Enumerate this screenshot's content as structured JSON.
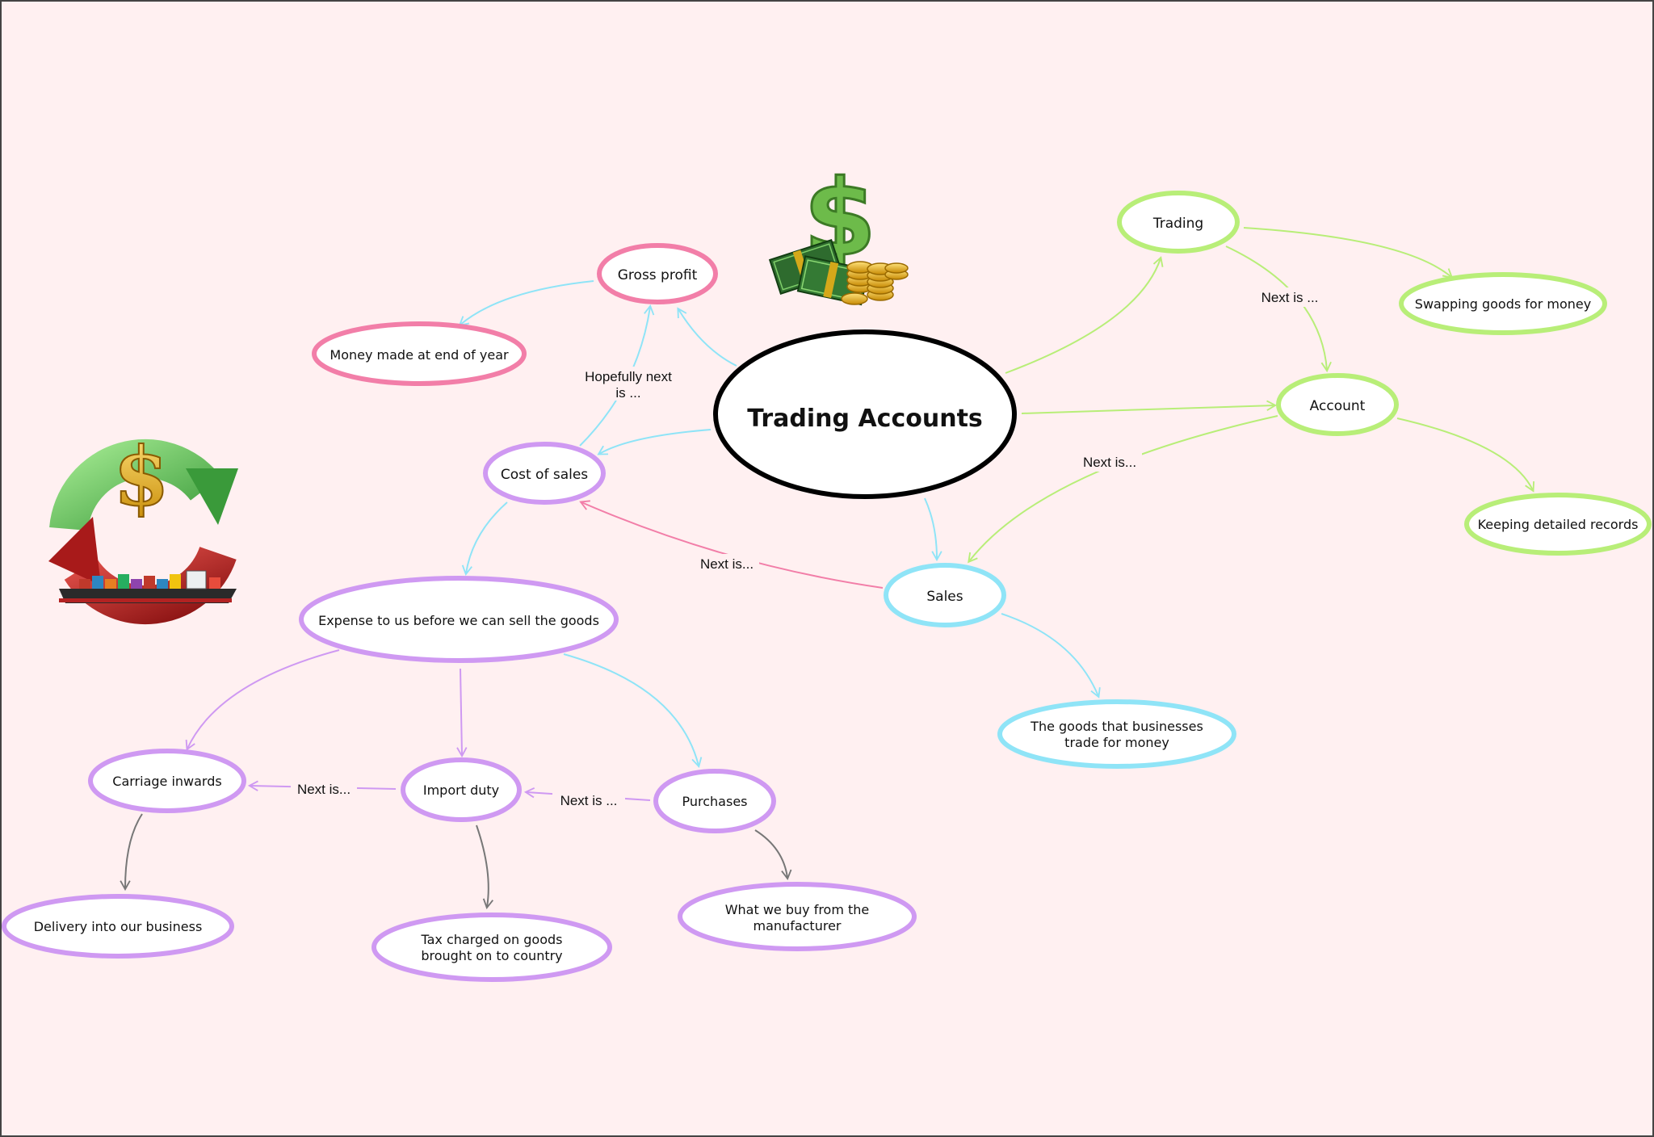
{
  "colors": {
    "background": "#fff0f1",
    "border": "#444444",
    "black": "#000000",
    "pink": "#f27ea8",
    "blue": "#8fe4f7",
    "green": "#b8ee78",
    "purple": "#cf99f2",
    "gray": "#777777"
  },
  "central": {
    "label": "Trading Accounts"
  },
  "nodes": {
    "gross_profit": "Gross profit",
    "money_made": "Money made at end of year",
    "cost_of_sales": "Cost of sales",
    "expense": "Expense to us before we can sell the goods",
    "carriage_inwards": "Carriage inwards",
    "import_duty": "Import duty",
    "purchases": "Purchases",
    "delivery": "Delivery into our business",
    "tax_charged": [
      "Tax charged on goods",
      "brought on to country"
    ],
    "what_we_buy": [
      "What we buy from the",
      "manufacturer"
    ],
    "sales": "Sales",
    "goods_trade": [
      "The goods that businesses",
      "trade for money"
    ],
    "trading": "Trading",
    "swapping": "Swapping goods for money",
    "account": "Account",
    "keeping": "Keeping detailed records"
  },
  "edge_labels": {
    "hopefully_next": [
      "Hopefully next",
      "is ..."
    ],
    "next_is_sales": "Next is...",
    "next_is_trading": "Next is ...",
    "next_is_account": "Next is...",
    "next_is_carriage": "Next is...",
    "next_is_import": "Next is ..."
  },
  "icons": {
    "money": "money-stack-dollar-icon",
    "trade": "trade-cycle-ship-icon"
  }
}
